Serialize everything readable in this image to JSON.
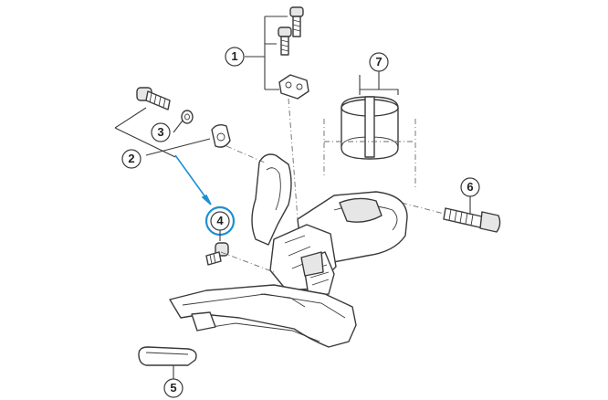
{
  "diagram": {
    "highlight_color": "#1e90d6",
    "line_color": "#3a3a3a",
    "callouts": [
      {
        "id": "c1",
        "label": "1",
        "part": "mounting-screws"
      },
      {
        "id": "c2",
        "label": "2",
        "part": "adjusting-bolt-assembly"
      },
      {
        "id": "c3",
        "label": "3",
        "part": "washer"
      },
      {
        "id": "c4",
        "label": "4",
        "part": "support-bolt",
        "highlighted": true
      },
      {
        "id": "c5",
        "label": "5",
        "part": "chain-guide-plate-cover"
      },
      {
        "id": "c6",
        "label": "6",
        "part": "clamp-bolt"
      },
      {
        "id": "c7",
        "label": "7",
        "part": "band-adapter-shim"
      }
    ]
  }
}
